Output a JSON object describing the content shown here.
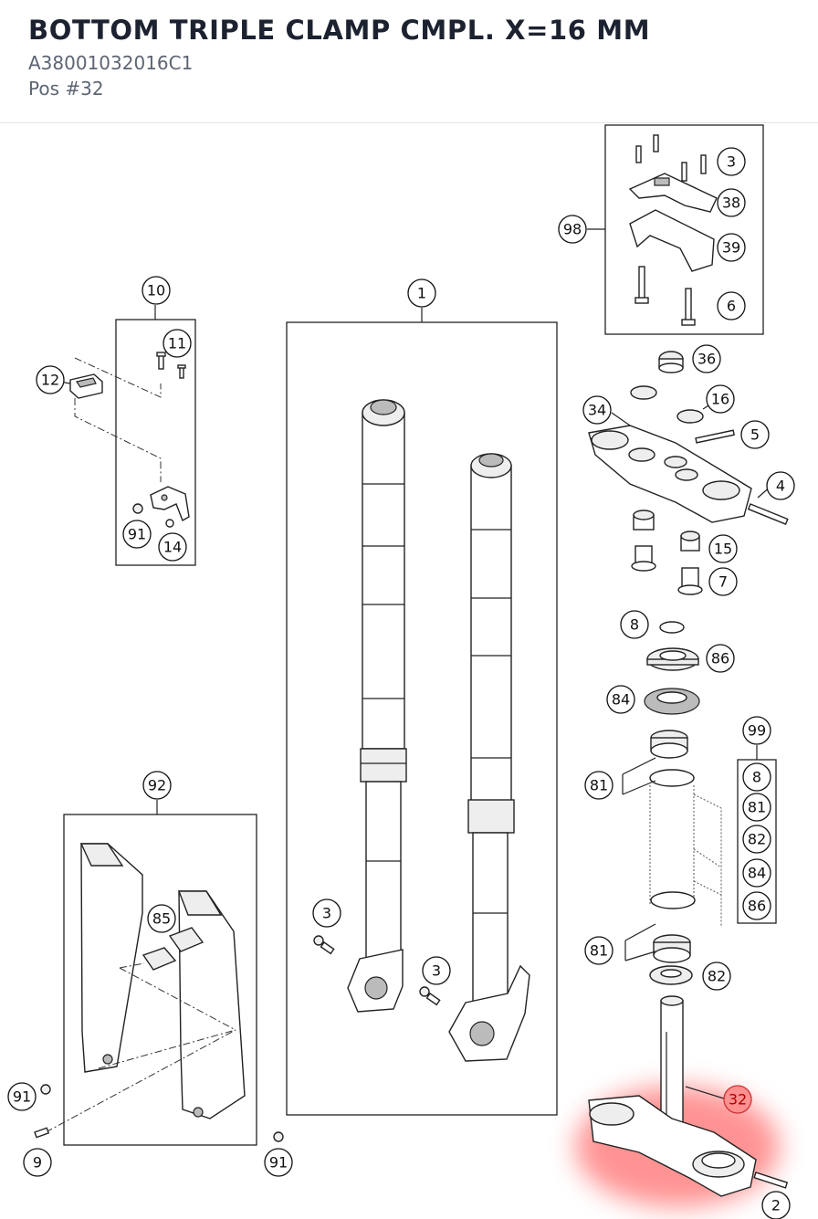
{
  "header": {
    "title": "BOTTOM TRIPLE CLAMP CMPL. X=16 MM",
    "part_number": "A38001032016C1",
    "position": "Pos #32"
  },
  "highlight": {
    "color": "#ff7070",
    "label": "32"
  },
  "callouts": {
    "c1": "1",
    "c2": "2",
    "c3a": "3",
    "c3b": "3",
    "c3c": "3",
    "c4": "4",
    "c5": "5",
    "c6": "6",
    "c7": "7",
    "c8a": "8",
    "c8b": "8",
    "c9": "9",
    "c10": "10",
    "c11": "11",
    "c12": "12",
    "c14": "14",
    "c15": "15",
    "c16": "16",
    "c32": "32",
    "c34": "34",
    "c36": "36",
    "c38": "38",
    "c39": "39",
    "c81a": "81",
    "c81b": "81",
    "c81c": "81",
    "c82a": "82",
    "c82b": "82",
    "c84a": "84",
    "c84b": "84",
    "c85": "85",
    "c86a": "86",
    "c86b": "86",
    "c91a": "91",
    "c91b": "91",
    "c91c": "91",
    "c92": "92",
    "c98": "98",
    "c99": "99"
  }
}
